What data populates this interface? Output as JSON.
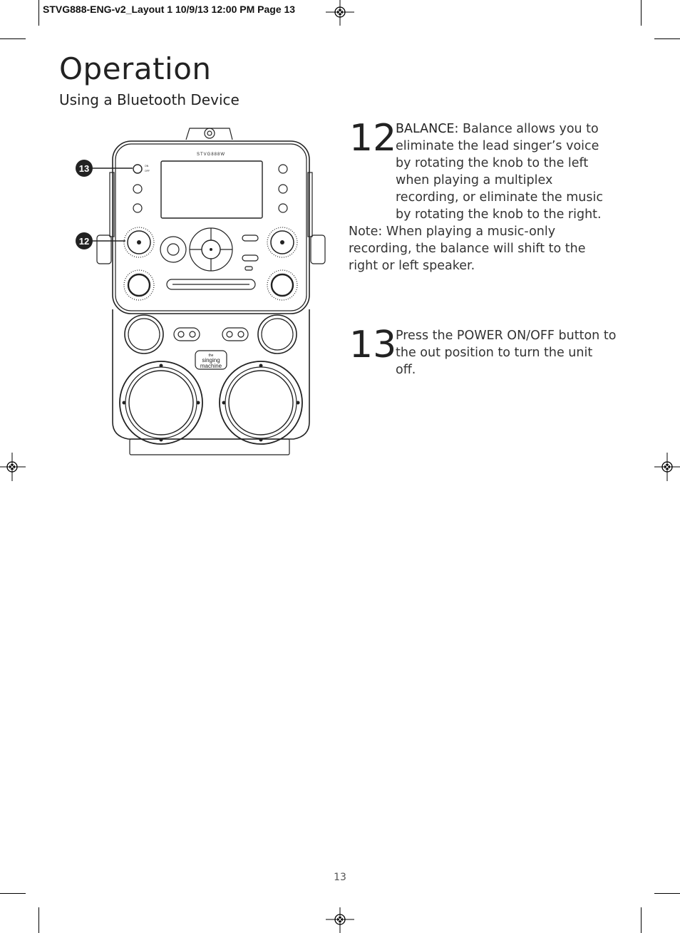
{
  "slug": "STVG888-ENG-v2_Layout 1  10/9/13  12:00 PM  Page 13",
  "section_title": "Operation",
  "section_subtitle": "Using a Bluetooth Device",
  "device": {
    "brand": "STVG888W",
    "callouts": [
      "13",
      "12"
    ],
    "power_on": "ON",
    "power_off": "OFF",
    "logo_line1": "the",
    "logo_line2": "singing",
    "logo_line3": "machine"
  },
  "steps": [
    {
      "number": "12",
      "lead": "BALANCE:",
      "text": "Balance allows you to eliminate the lead singer’s voice by rotating the knob to the left when playing a multiplex recording, or eliminate the music by rotating the knob to the right."
    },
    {
      "number": "13",
      "lead": "",
      "text": "Press the POWER ON/OFF button to the out position to turn the unit off."
    }
  ],
  "note": {
    "label": "Note:",
    "text": "When playing a music-only recording, the balance will shift to the right or left speaker."
  },
  "page_number": "13"
}
